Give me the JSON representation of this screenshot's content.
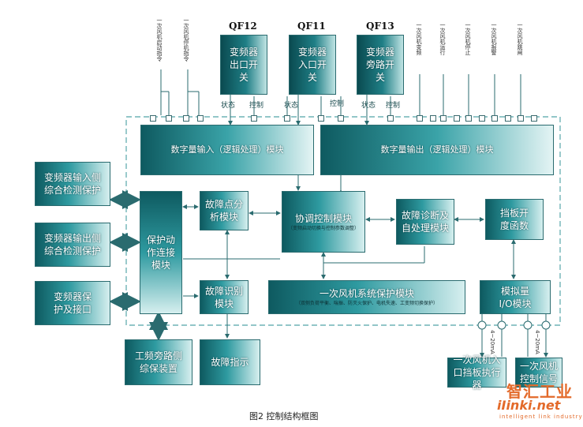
{
  "diagram": {
    "qf12": "QF12",
    "qf11": "QF11",
    "qf13": "QF13",
    "switch_outlet": "变频器出口开关",
    "switch_inlet": "变频器入口开关",
    "switch_bypass": "变频器旁路开关",
    "di_module": "数字量输入（逻辑处理）模块",
    "do_module": "数字量输出（逻辑处理）模块",
    "input_protect": "变频器输入侧综合检测保护",
    "output_protect": "变频器输出侧综合检测保护",
    "vfd_interface": "变频器保护及接口",
    "protect_link": "保护动作连接模块",
    "fault_point": "故障点分析模块",
    "coord_module": "协调控制模块",
    "coord_sub": "（变频启动切换与控制参数调整）",
    "fault_diag": "故障诊断及自处理模块",
    "baffle_fn": "挡板开度函数",
    "fault_recog": "故障识别模块",
    "fan_protect": "一次风机系统保护模块",
    "fan_protect_sub": "（双侧负荷平衡、喘振、防灭火保护、电机失速、工变频切换保护）",
    "analog_io": "模拟量I/O模块",
    "bypass_protect": "工频旁路侧综保装置",
    "fault_indicator": "故障指示",
    "baffle_actuator": "一次风机入口挡板执行器",
    "fan_control_signal": "一次风机控制信号",
    "start_cmd": "一次风机启动指令",
    "stop_cmd": "一次风机停机指令",
    "status": "状态",
    "control": "控制",
    "ma_420": "4~20mA",
    "out_labels": [
      "一次风机变频",
      "一次风机运行",
      "一次风机停止",
      "一次风机报警",
      "一次风机跳闸"
    ],
    "caption": "图2 控制结构框图"
  },
  "watermark": {
    "brand": "智汇工业",
    "url": "iIinki.net",
    "tagline": "intelligent link industry"
  },
  "colors": {
    "module_dark": "#0e5a60",
    "module_light": "#d6efef",
    "line": "#4a8f94",
    "frame": "#6fb3b6",
    "watermark": "#e36a2a"
  }
}
